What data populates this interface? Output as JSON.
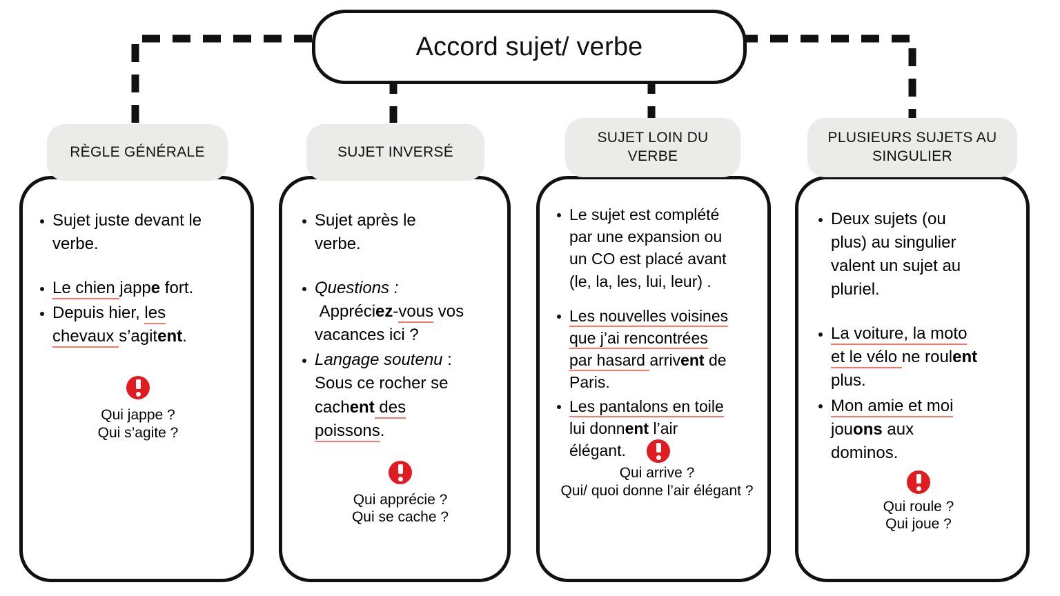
{
  "title": {
    "text": "Accord sujet/ verbe"
  },
  "theme": {
    "ink": "#111111",
    "chip_bg": "#ebebe9",
    "underline_red": "#f9766b",
    "warning_red": "#e01b22",
    "page_bg": "#ffffff"
  },
  "icons": {
    "warning": "warning-exclamation-icon"
  },
  "columns": [
    {
      "id": "regle-generale",
      "header": "RÈGLE GÉNÉRALE",
      "rule": "Sujet juste devant le verbe.",
      "examples": [
        "Le chien jappe fort.",
        "Depuis hier, les chevaux s’agitent."
      ],
      "questions": [
        "Qui jappe ?",
        "Qui s’agite ?"
      ]
    },
    {
      "id": "sujet-inverse",
      "header": "SUJET INVERSÉ",
      "rule": "Sujet après le verbe.",
      "examples": [
        "Questions : Appréciez-vous vos vacances ici ?",
        "Langage soutenu : Sous ce rocher se cachent des poissons."
      ],
      "labels": {
        "questions": "Questions :",
        "langage_soutenu": "Langage soutenu"
      },
      "questions": [
        "Qui apprécie ?",
        "Qui se cache ?"
      ]
    },
    {
      "id": "sujet-loin-du-verbe",
      "header": "SUJET LOIN DU VERBE",
      "rule": "Le sujet est complété par une expansion ou un CO est placé avant (le, la, les, lui, leur) .",
      "examples": [
        "Les nouvelles voisines que j’ai rencontrées par hasard arrivent de Paris.",
        "Les pantalons en toile lui donnent l’air élégant."
      ],
      "questions": [
        "Qui arrive ?",
        "Qui/ quoi donne l’air élégant ?"
      ]
    },
    {
      "id": "plusieurs-sujets-au-singulier",
      "header": "PLUSIEURS SUJETS AU SINGULIER",
      "rule": "Deux sujets (ou plus) au singulier valent un sujet au pluriel.",
      "examples": [
        "La voiture, la moto et le vélo ne roulent plus.",
        "Mon amie et moi jouons aux dominos."
      ],
      "questions": [
        "Qui roule ?",
        "Qui joue ?"
      ]
    }
  ],
  "fragments": {
    "c1": {
      "rule_l1": "Sujet juste devant le",
      "rule_l2": "verbe.",
      "ex1_sub": "Le chien ",
      "ex1_verb_stem": "japp",
      "ex1_verb_end": "e",
      "ex1_tail": " fort.",
      "ex2_pre": "Depuis hier, ",
      "ex2_sub_a": "les",
      "ex2_sub_b": "chevaux ",
      "ex2_verb_stem": "s’agit",
      "ex2_verb_end": "ent",
      "ex2_tail": "."
    },
    "c2": {
      "rule_l1": "Sujet après le",
      "rule_l2": "verbe.",
      "q_label": "Questions :",
      "ex1_stem": "Appréci",
      "ex1_end": "ez",
      "ex1_dash": "-",
      "ex1_sub": "vous",
      "ex1_tail": " vos",
      "ex1_l2": "vacances ici ?",
      "ls_label": "Langage soutenu",
      "ls_colon": " :",
      "ex2_l1": "Sous ce rocher se",
      "ex2_stem": "cach",
      "ex2_end": "ent",
      "ex2_mid": " des",
      "ex2_sub": "poissons",
      "ex2_tail": "."
    },
    "c3": {
      "rule_l1": "Le sujet est complété",
      "rule_l2": "par une expansion ou",
      "rule_l3": "un CO est placé avant",
      "rule_l4": "(le, la, les, lui, leur) .",
      "ex1_s1": "Les nouvelles voisines",
      "ex1_s2": "que j’ai rencontrées",
      "ex1_s3": "par hasard ",
      "ex1_stem": "arriv",
      "ex1_end": "ent",
      "ex1_tail": "  de",
      "ex1_l4": "Paris.",
      "ex2_s1": " Les pantalons en toile",
      "ex2_l2_pre": "lui donn",
      "ex2_end": "ent",
      "ex2_l2_post": " l’air",
      "ex2_l3": "élégant."
    },
    "c4": {
      "rule_l1": "Deux sujets (ou",
      "rule_l2": "plus) au singulier",
      "rule_l3": "valent un sujet au",
      "rule_l4": "pluriel.",
      "ex1_s1": "La voiture, la moto",
      "ex1_s2": "et le vélo ",
      "ex1_mid": "ne roul",
      "ex1_end": "ent",
      "ex1_l3": " plus.",
      "ex2_s1": "Mon amie et moi",
      "ex2_stem": "jou",
      "ex2_end": "ons",
      "ex2_tail": " aux",
      "ex2_l3": "dominos."
    }
  }
}
